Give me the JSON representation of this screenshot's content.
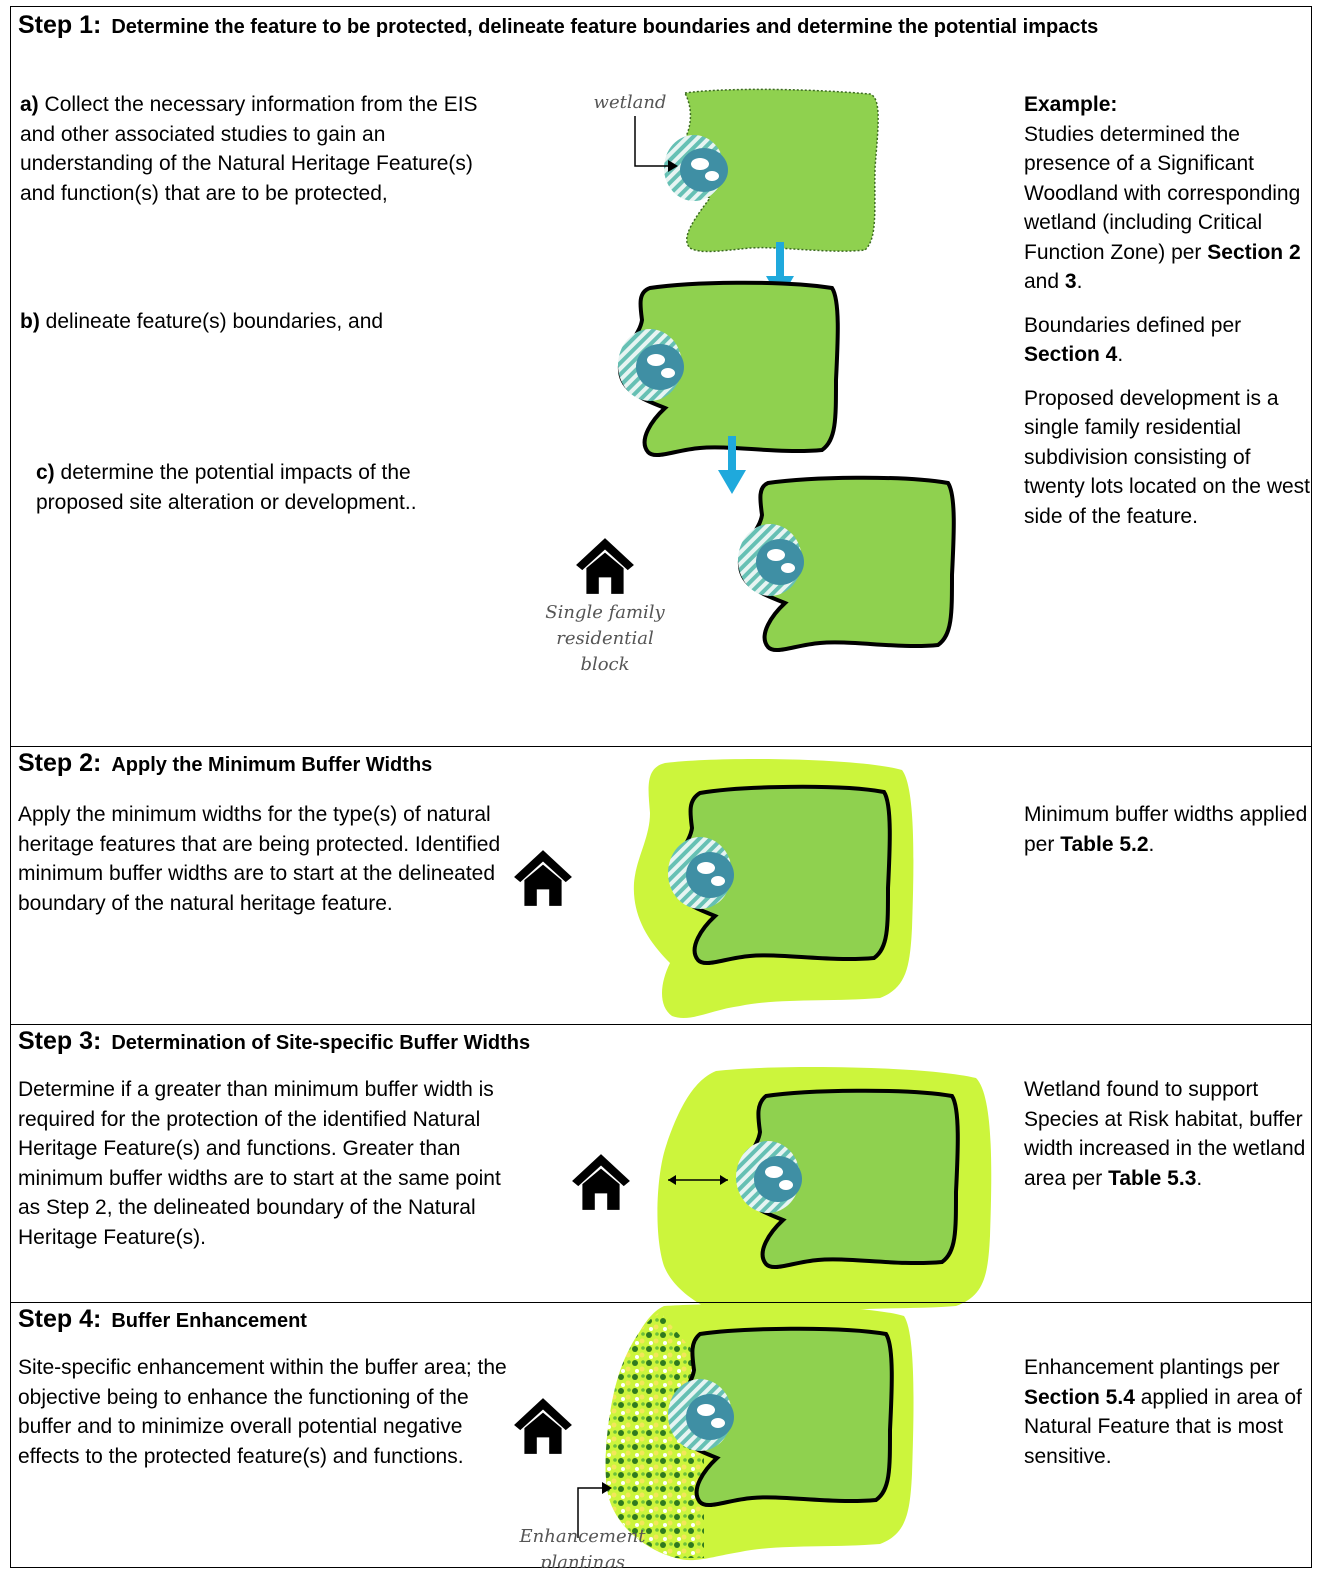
{
  "step1": {
    "num": "Step 1:",
    "title": "Determine the feature to be protected, delineate feature boundaries and determine the potential impacts",
    "a_label": "a)",
    "a_text": "Collect the necessary information from the EIS and other associated studies to gain an understanding of the Natural Heritage Feature(s) and function(s) that are to be protected,",
    "b_label": "b)",
    "b_text": "delineate feature(s) boundaries, and",
    "c_label": "c)",
    "c_text": "determine the potential impacts of the proposed site alteration or development..",
    "wetland_label": "wetland",
    "house_label_1": "Single family",
    "house_label_2": "residential",
    "house_label_3": "block",
    "example_heading": "Example:",
    "example_p1": "Studies determined the presence of a Significant Woodland with corresponding wetland (including Critical Function Zone) per",
    "example_p1_b1": "Section 2",
    "example_p1_and": "and",
    "example_p1_b2": "3",
    "example_p1_end": ".",
    "example_p2": "Boundaries defined per",
    "example_p2_b": "Section 4",
    "example_p2_end": ".",
    "example_p3": "Proposed development is a single family residential subdivision consisting of twenty lots located on the west side of the feature."
  },
  "step2": {
    "num": "Step 2:",
    "title": "Apply the Minimum Buffer Widths",
    "text": "Apply the minimum widths for the type(s) of natural heritage features that are being protected.  Identified minimum buffer widths are to start at the delineated boundary of the natural heritage feature.",
    "example": "Minimum buffer widths applied per",
    "example_b": "Table 5.2",
    "example_end": "."
  },
  "step3": {
    "num": "Step 3:",
    "title": "Determination of Site-specific Buffer Widths",
    "text": "Determine if a greater than minimum buffer width is required for the protection of the identified Natural Heritage Feature(s) and functions.  Greater than minimum buffer widths are to start at the same point as Step 2, the delineated boundary of the Natural Heritage Feature(s).",
    "example": "Wetland found to support Species at Risk habitat, buffer width increased in the wetland area per",
    "example_b": "Table 5.3",
    "example_end": "."
  },
  "step4": {
    "num": "Step 4:",
    "title": "Buffer Enhancement",
    "text": "Site-specific enhancement within the buffer area; the objective being to enhance the functioning of the buffer and to minimize overall potential negative effects to the protected feature(s) and functions.",
    "example": "Enhancement plantings per",
    "example_b": "Section 5.4",
    "example_end": "applied in area of Natural Feature that is most sensitive.",
    "enh_label_1": "Enhancement",
    "enh_label_2": "plantings"
  },
  "colors": {
    "woodland": "#8fd14f",
    "buffer": "#ccf53c",
    "wetland": "#4fa8b8",
    "arrow": "#1fa9dc"
  }
}
